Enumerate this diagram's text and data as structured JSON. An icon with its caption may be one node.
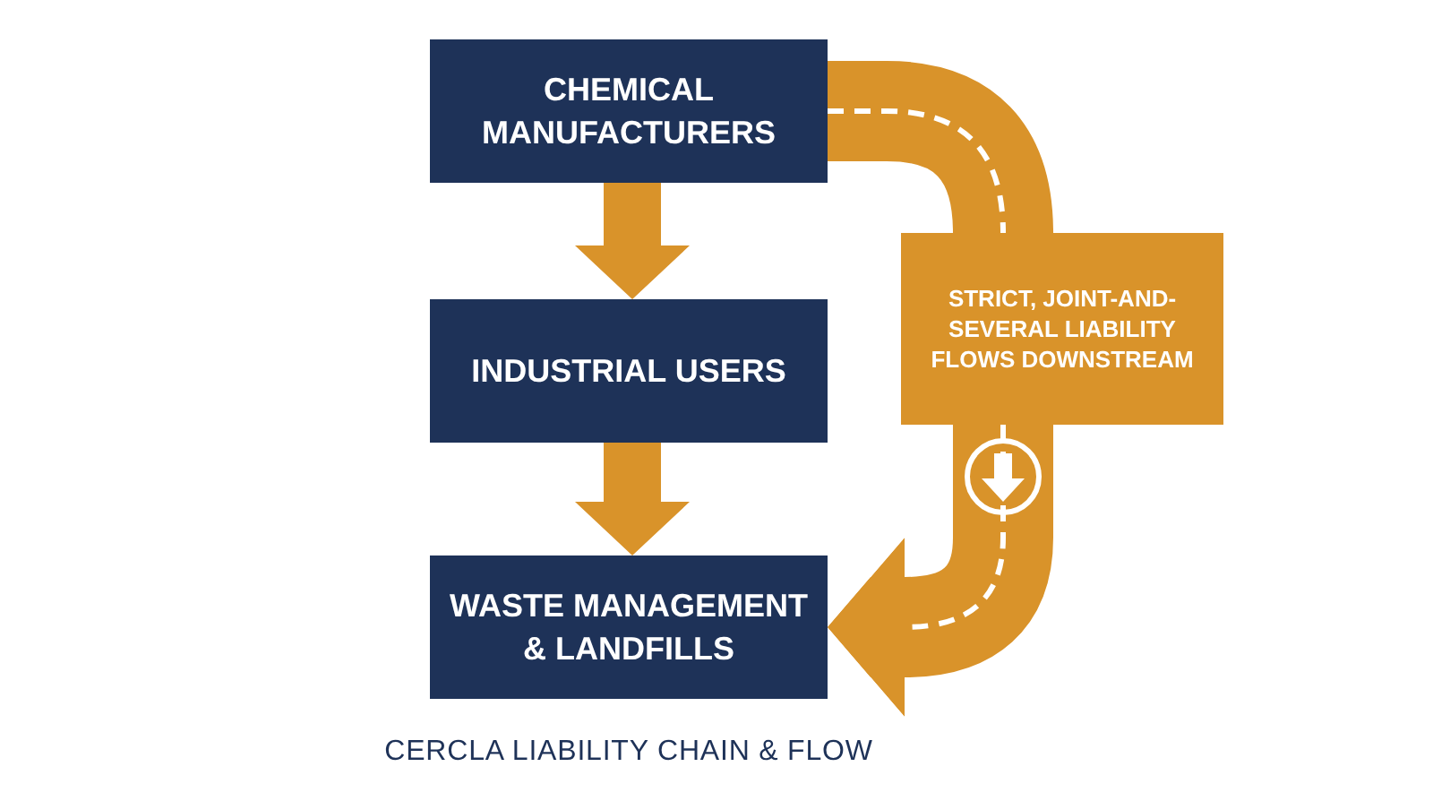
{
  "diagram": {
    "caption": "CERCLA LIABILITY CHAIN & FLOW",
    "nodes": [
      {
        "text": [
          "CHEMICAL MANUFACTURERS"
        ]
      },
      {
        "text": [
          "INDUSTRIAL USERS"
        ]
      },
      {
        "text": [
          "WASTE MANAGEMENT & LANDFILLS"
        ]
      },
      {
        "text": [
          "STRICT, JOINT-AND-SEVERAL LIABILITY FLOWS DOWNSTREAM"
        ]
      }
    ],
    "edges": [
      {
        "from": 0,
        "to": 1,
        "arrow": "to"
      },
      {
        "from": 1,
        "to": 2,
        "arrow": "to"
      },
      {
        "from": 0,
        "to": 3,
        "arrow": "none"
      },
      {
        "from": 3,
        "to": 2,
        "arrow": "to"
      }
    ]
  }
}
